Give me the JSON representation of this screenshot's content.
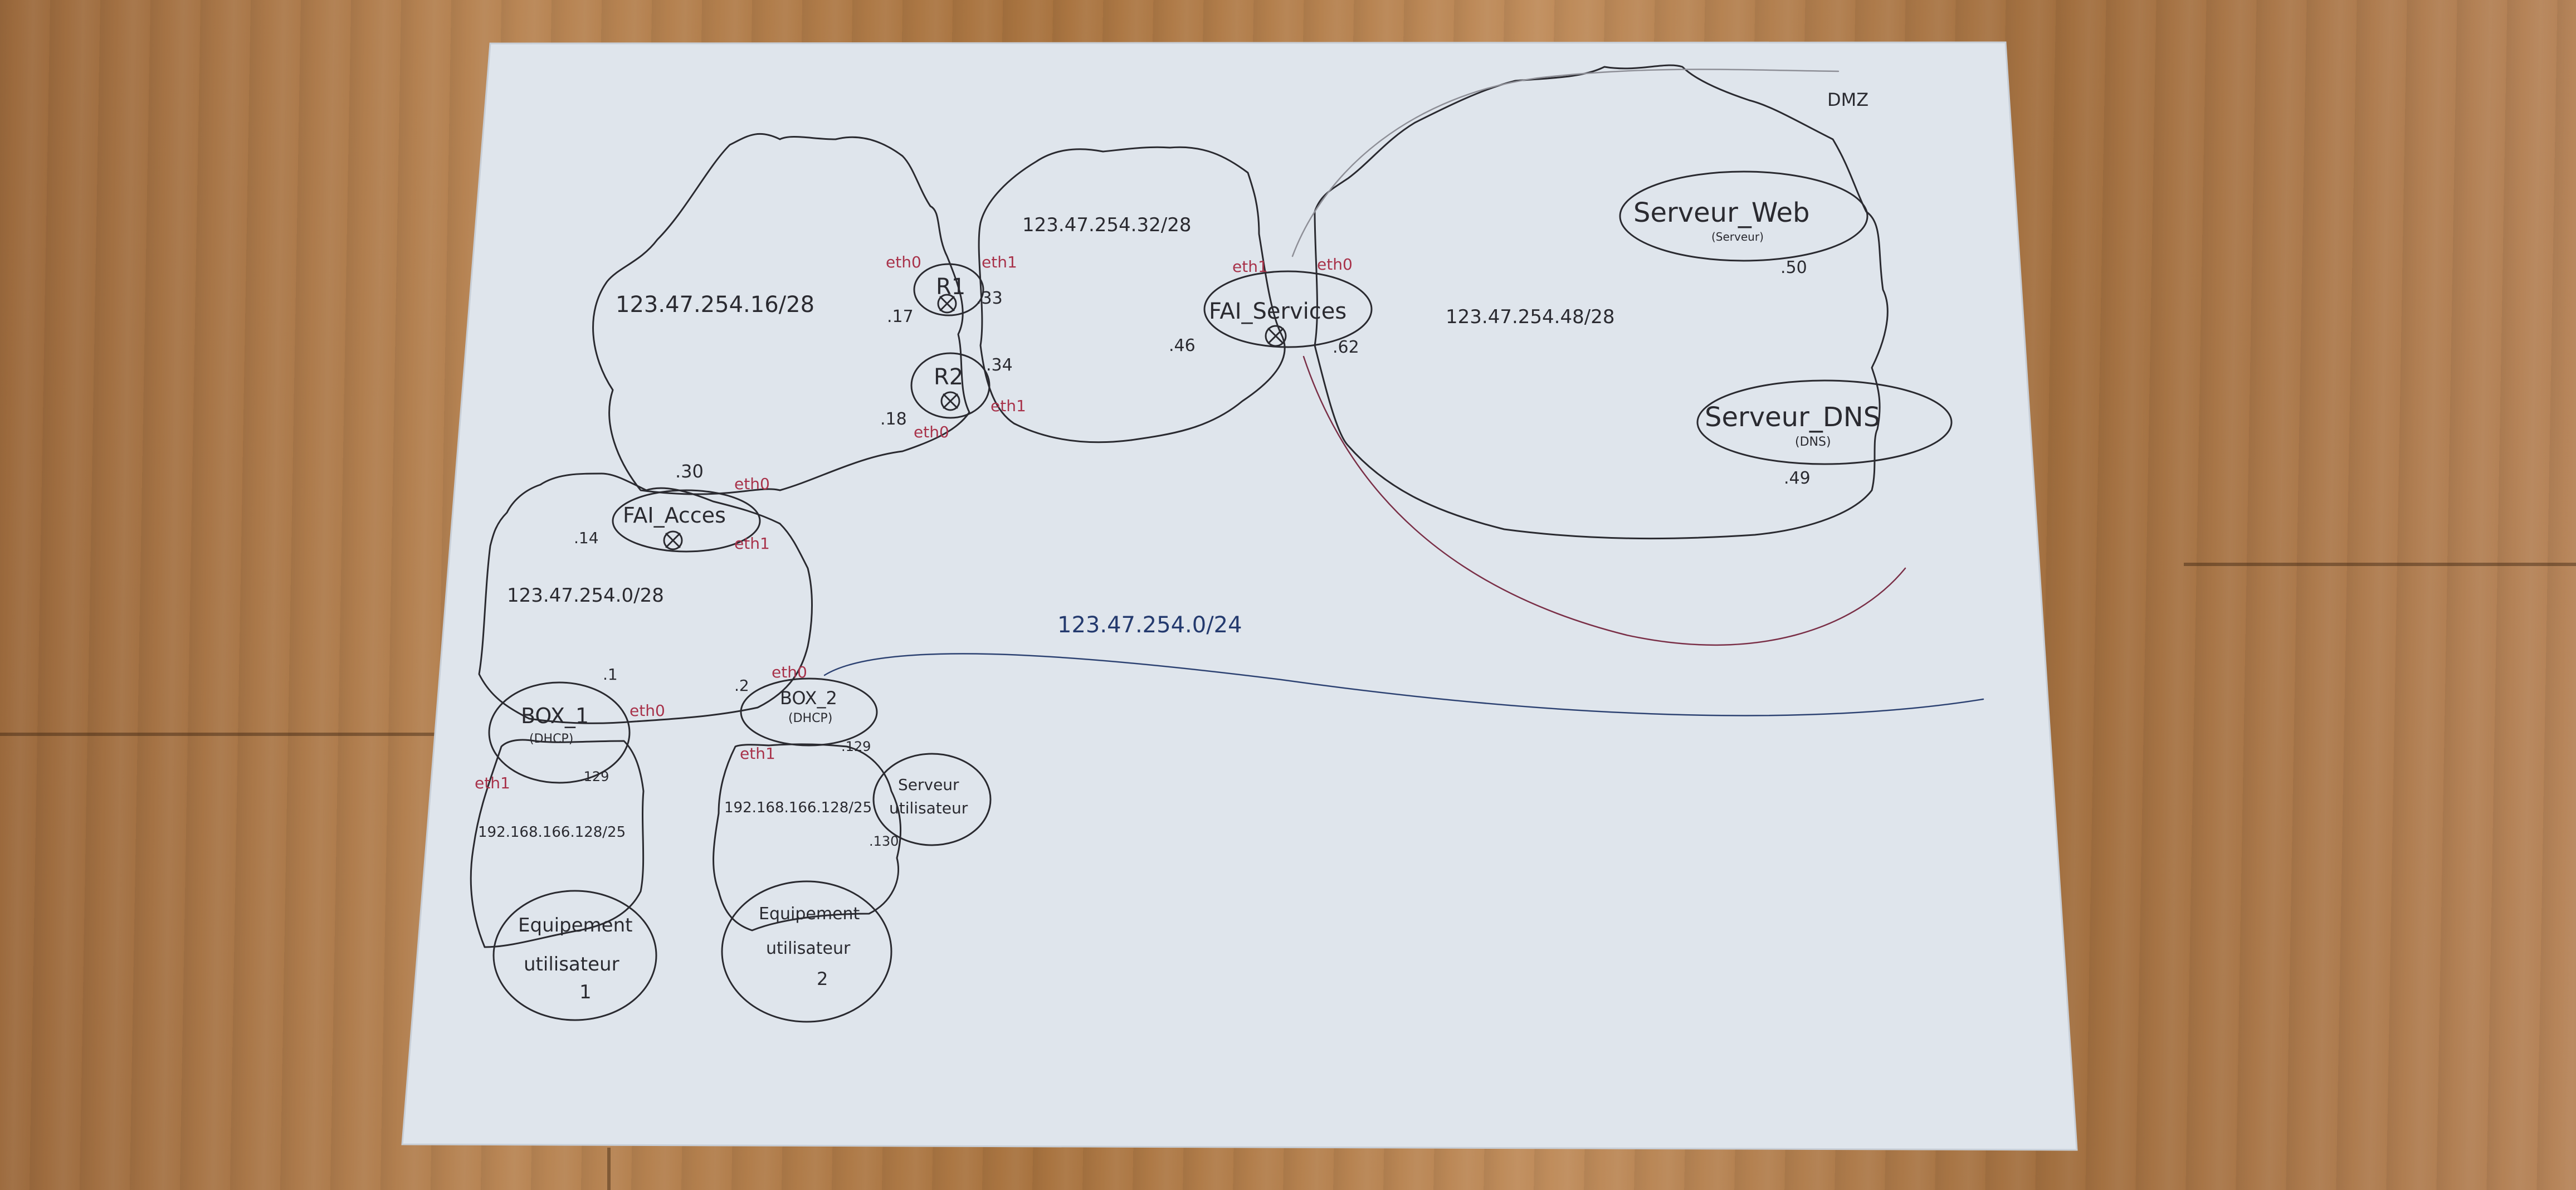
{
  "labels": {
    "dmz": "DMZ",
    "net_16": "123.47.254.16/28",
    "net_32": "123.47.254.32/28",
    "net_48": "123.47.254.48/28",
    "net_0": "123.47.254.0/28",
    "net_all": "123.47.254.0/24",
    "lan_box1": "192.168.166.128/25",
    "lan_box2": "192.168.166.128/25"
  },
  "nodes": {
    "r1": "R1",
    "r2": "R2",
    "fai_services": "FAI_Services",
    "fai_acces": "FAI_Acces",
    "box1": "BOX_1",
    "box1_sub": "(DHCP)",
    "box2": "BOX_2",
    "box2_sub": "(DHCP)",
    "serveur_web": "Serveur_Web",
    "serveur_web_sub": "(Serveur)",
    "serveur_dns": "Serveur_DNS",
    "serveur_dns_sub": "(DNS)",
    "serveur_utilisateur_l1": "Serveur",
    "serveur_utilisateur_l2": "utilisateur",
    "equip1_l1": "Equipement",
    "equip1_l2": "utilisateur",
    "equip1_l3": "1",
    "equip2_l1": "Equipement",
    "equip2_l2": "utilisateur",
    "equip2_l3": "2"
  },
  "interfaces": {
    "r1_eth0": "eth0",
    "r1_eth1": "eth1",
    "r2_eth0": "eth0",
    "r2_eth1": "eth1",
    "fais_eth1": "eth1",
    "fais_eth0": "eth0",
    "faia_eth0": "eth0",
    "faia_eth1": "eth1",
    "box1_eth0": "eth0",
    "box1_eth1": "eth1",
    "box2_eth0": "eth0",
    "box2_eth1": "eth1"
  },
  "addresses": {
    "r1_17": ".17",
    "r1_33": ".33",
    "r2_34": ".34",
    "r2_18": ".18",
    "fais_46": ".46",
    "fais_62": ".62",
    "web_50": ".50",
    "dns_49": ".49",
    "faia_30": ".30",
    "faia_14": ".14",
    "box1_1": ".1",
    "box2_2": ".2",
    "box1_129": ".129",
    "box2_129": ".129",
    "srvu_130": ".130"
  },
  "colors": {
    "ink": "#2a2a30",
    "interface_red": "#a8324a",
    "network_blue": "#243a6e",
    "paper": "#dfe5ec"
  }
}
